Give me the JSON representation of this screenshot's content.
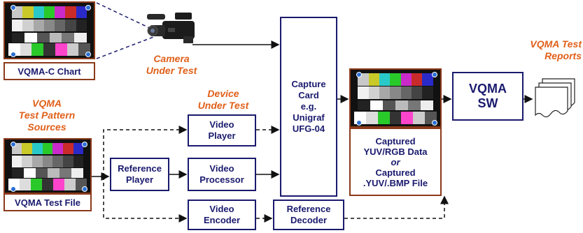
{
  "labels": {
    "camera_under_test": "Camera\nUnder Test",
    "vqma_test_reports": "VQMA Test\nReports",
    "vqma_test_pattern_sources": "VQMA\nTest Pattern\nSources",
    "device_under_test": "Device\nUnder Test"
  },
  "boxes": {
    "vqma_c_chart": "VQMA-C Chart",
    "vqma_test_file": "VQMA Test File",
    "reference_player": "Reference\nPlayer",
    "video_player": "Video\nPlayer",
    "video_processor": "Video\nProcessor",
    "video_encoder": "Video\nEncoder",
    "reference_decoder": "Reference\nDecoder",
    "capture_card": "Capture\nCard\ne.g.\nUnigraf\nUFG-04",
    "vqma_sw": "VQMA\nSW",
    "captured_data_line1": "Captured\nYUV/RGB Data",
    "captured_data_or": "or",
    "captured_data_line2": "Captured\n.YUV/.BMP File"
  },
  "colors": {
    "box_border": "#1a1a6e",
    "text_navy": "#1a1a6e",
    "label_orange": "#e0601a",
    "chart_frame_brown": "#8b3a1a",
    "connector": "#111111"
  },
  "icons": {
    "camera": "video-camera-icon",
    "reports": "document-stack-icon",
    "test_chart": "color-bar-test-chart-image"
  }
}
